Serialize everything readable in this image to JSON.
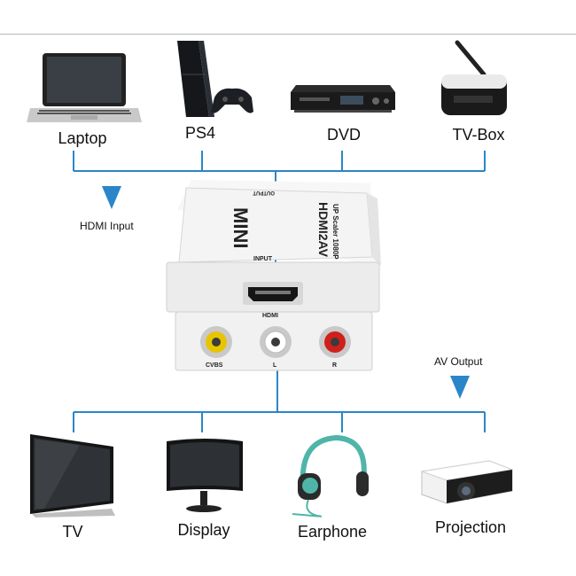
{
  "inputs": [
    {
      "label": "Laptop",
      "icon": "laptop-icon"
    },
    {
      "label": "PS4",
      "icon": "ps4-icon"
    },
    {
      "label": "DVD",
      "icon": "dvd-player-icon"
    },
    {
      "label": "TV-Box",
      "icon": "tv-box-icon"
    }
  ],
  "outputs": [
    {
      "label": "TV",
      "icon": "tv-icon"
    },
    {
      "label": "Display",
      "icon": "monitor-icon"
    },
    {
      "label": "Earphone",
      "icon": "headphones-icon"
    },
    {
      "label": "Projection",
      "icon": "projector-icon"
    }
  ],
  "hdmi_input_label": "HDMI Input",
  "av_output_label": "AV Output",
  "converter": {
    "brand": "MINI",
    "model": "HDMI2AV",
    "subtitle": "UP Scaler 1080P",
    "output_text": "OUTPUT",
    "input_text": "INPUT",
    "hdmi_text": "HDMI",
    "port_labels": [
      "CVBS",
      "L",
      "R"
    ]
  },
  "colors": {
    "wire": "#2a86c8",
    "arrow": "#2a86c8",
    "cvbs_port": "#e8c400",
    "left_port": "#ffffff",
    "right_port": "#d0201c"
  }
}
